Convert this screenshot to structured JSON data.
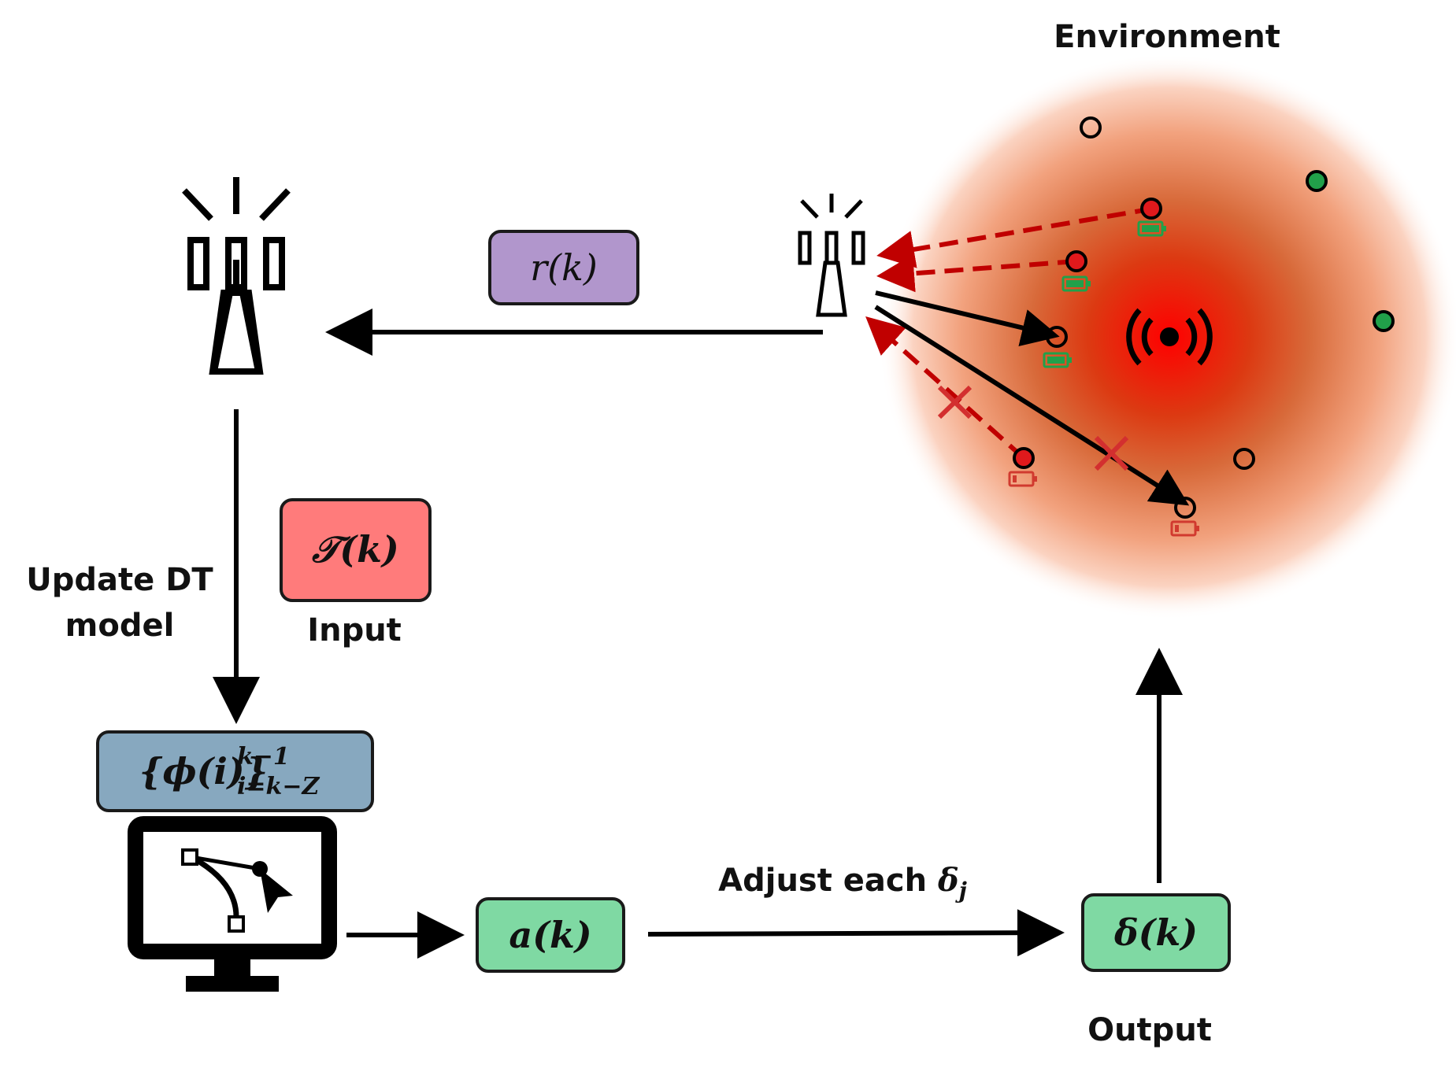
{
  "title": "Environment",
  "labels": {
    "update_dt": [
      "Update DT",
      "model"
    ],
    "input": "Input",
    "output": "Output",
    "adjust_text": "Adjust each ",
    "adjust_symbol": "δ",
    "adjust_sub": "j"
  },
  "boxes": {
    "report": {
      "text": "r(k)",
      "fill": "#b196cc"
    },
    "threshold": {
      "text": "𝒯(k)",
      "fill": "#ff7b7b"
    },
    "history": {
      "main": "{ϕ(i)}",
      "sup": "k−1",
      "sub": "i=k−Z",
      "fill": "#87a8bf"
    },
    "action": {
      "text": "a(k)",
      "fill": "#7fd9a3"
    },
    "delta": {
      "text": "δ(k)",
      "fill": "#7fd9a3"
    }
  },
  "colors": {
    "arrow": "#000000",
    "dashed_arrow": "#c00000",
    "node_red": "#e0191c",
    "node_green": "#21a04a",
    "battery_green": "#21a04a",
    "battery_red": "#d13a2f",
    "cross": "#d32f2f"
  },
  "icons": [
    "tower-icon",
    "small-tower-icon",
    "monitor-editor-icon",
    "broadcast-icon",
    "battery-icon",
    "cross-icon"
  ]
}
